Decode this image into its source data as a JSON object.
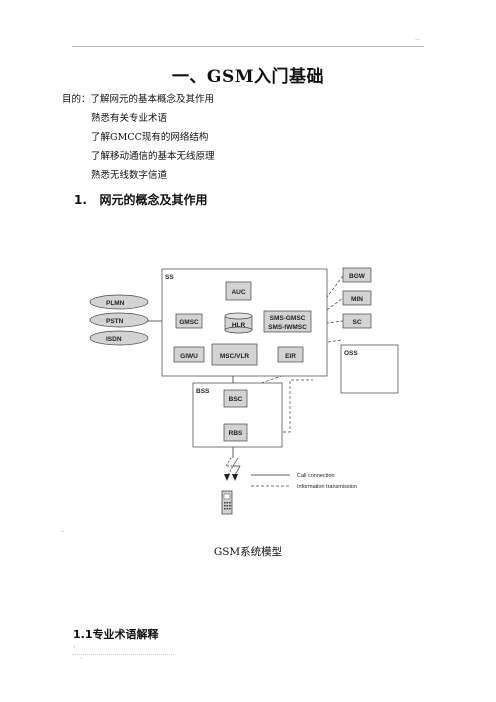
{
  "header": {
    "mark": ".."
  },
  "title": "一、GSM入门基础",
  "purpose": {
    "label": "目的：",
    "items": [
      "了解网元的基本概念及其作用",
      "熟悉有关专业术语",
      "了解GMCC现有的网络结构",
      "了解移动通信的基本无线原理",
      "熟悉无线数字信道"
    ]
  },
  "section1": {
    "number": "1.",
    "title": "网元的概念及其作用"
  },
  "diagram": {
    "ss": "SS",
    "auc": "AUC",
    "hlr": "HLR",
    "gmsc": "GMSC",
    "sms1": "SMS-GMSC",
    "sms2": "SMS-IWMSC",
    "giwu": "GIWU",
    "msc": "MSC/VLR",
    "eir": "EIR",
    "bgw": "BGW",
    "min": "MIN",
    "sc": "SC",
    "oss": "OSS",
    "bss": "BSS",
    "bsc": "BSC",
    "rbs": "RBS",
    "plmn": "PLMN",
    "pstn": "PSTN",
    "isdn": "ISDN",
    "legend_call": "Call connection",
    "legend_info": "Information transmission"
  },
  "stray_mark": "-",
  "caption": "GSM系统模型",
  "section11": "1.1专业术语解释",
  "footer_dots": [
    "'",
    "."
  ]
}
